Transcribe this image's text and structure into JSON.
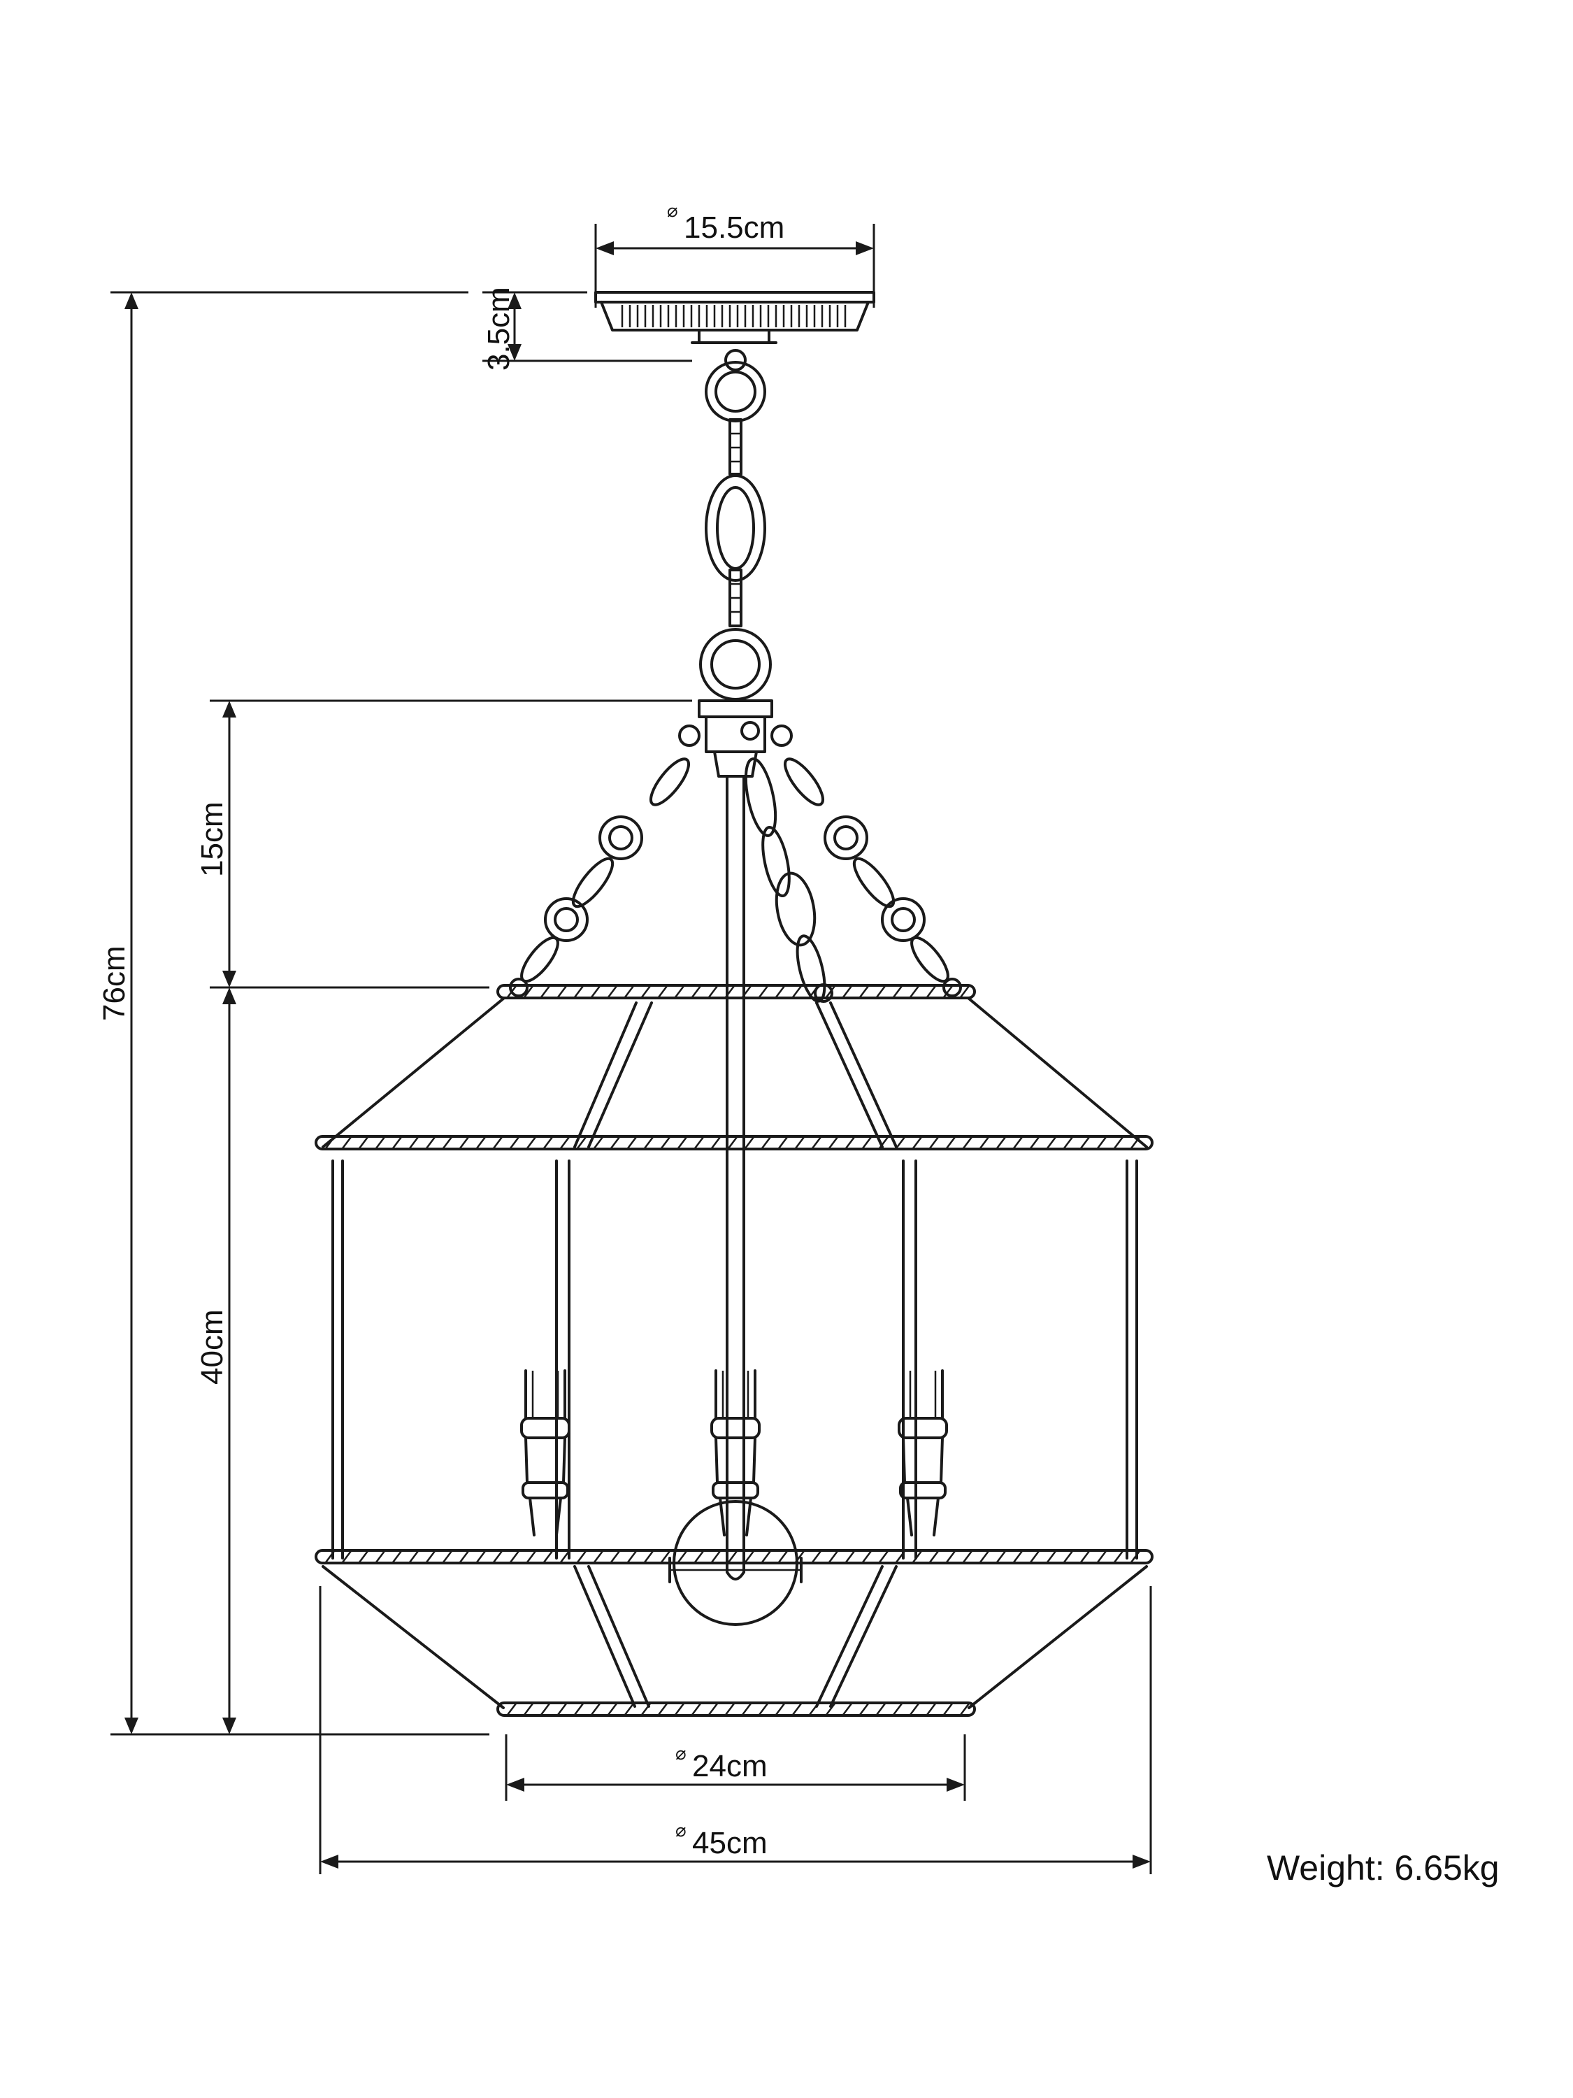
{
  "dimensions": {
    "canopy_diameter": "15.5cm",
    "canopy_height": "3.5cm",
    "overall_height": "76cm",
    "chain_height": "15cm",
    "body_height": "40cm",
    "base_diameter": "24cm",
    "body_diameter": "45cm"
  },
  "diameter_symbol": "⌀",
  "weight": "Weight: 6.65kg",
  "icons": {
    "pendant": "lantern-pendant-line-drawing"
  }
}
